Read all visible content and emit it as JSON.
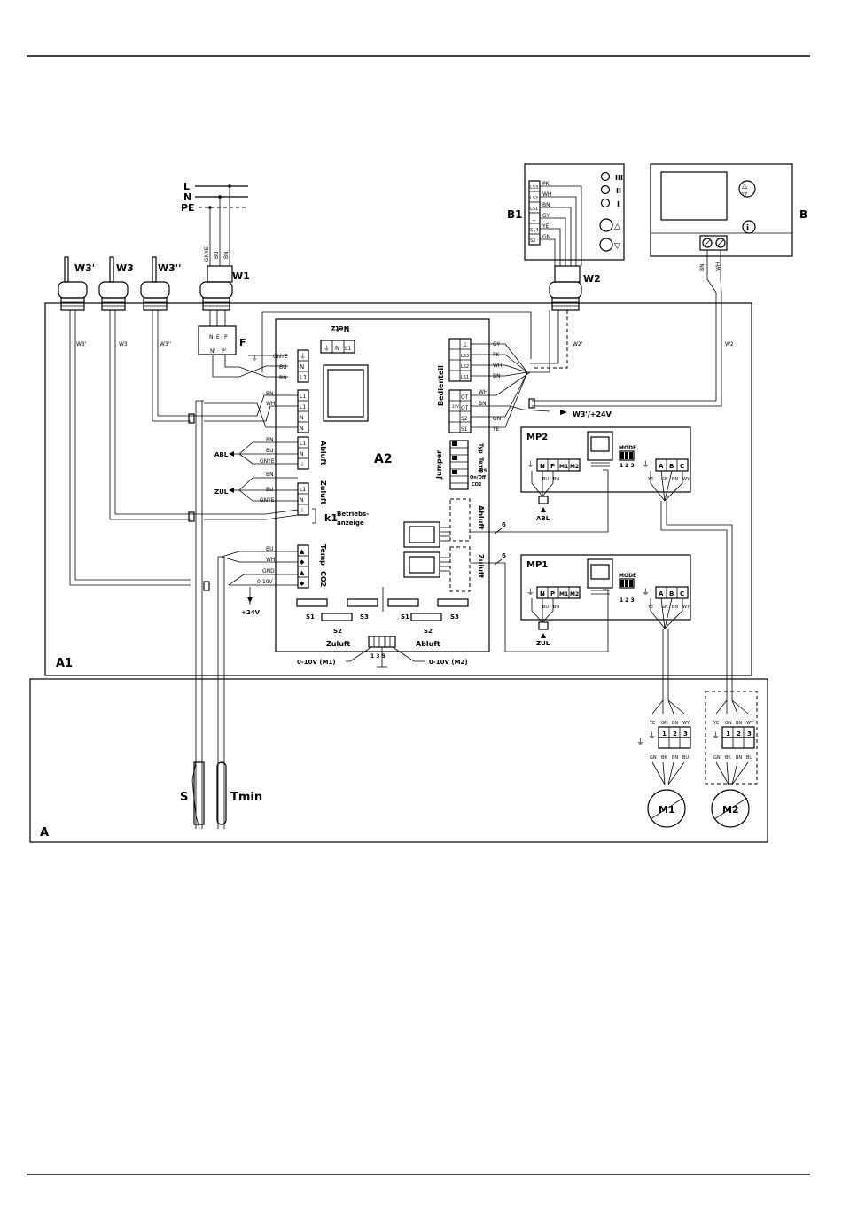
{
  "labels": {
    "L": "L",
    "N": "N",
    "PE": "PE",
    "W1": "W1",
    "W2": "W2",
    "W2p": "W2'",
    "W3": "W3",
    "W3p": "W3'",
    "W3pp": "W3''",
    "B1": "B1",
    "B": "B",
    "A1": "A1",
    "A2": "A2",
    "A": "A",
    "F": "F",
    "MP1": "MP1",
    "MP2": "MP2",
    "M1": "M1",
    "M2": "M2",
    "S": "S",
    "Tmin": "Tmin",
    "k1": "k1",
    "ABL": "ABL",
    "ZUL": "ZUL",
    "Netz": "Netz",
    "Bedienteil": "Bedienteil",
    "Jumper": "Jumper",
    "Abluft": "Abluft",
    "Zuluft": "Zuluft",
    "Betriebs": "Betriebs-",
    "anzeige": "anzeige",
    "Temp": "Temp",
    "CO2": "CO2",
    "Typ": "Typ",
    "TempJ": "Temp",
    "BS": "BS",
    "OnOff": "On/Off",
    "CO2J": "CO2",
    "W3p24": "W3'/+24V",
    "plus24": "+24V",
    "v010m1": "0-10V (M1)",
    "v010m2": "0-10V (M2)",
    "pins": "1   3   5",
    "mode": "MODE",
    "mode_nums": "1 2 3",
    "S1": "S1",
    "S2": "S2",
    "S3": "S3",
    "six": "6",
    "ffgnd": "GND",
    "v010": "0-10V",
    "GNYE": "GNYE",
    "BU": "BU",
    "BN": "BN",
    "WH": "WH",
    "GY": "GY",
    "PK": "PK",
    "GN": "GN",
    "YE": "YE",
    "BK": "BK",
    "WY": "WY"
  },
  "b1_terminals": [
    "LS3",
    "LS2",
    "LS1",
    "⊥",
    "S14",
    "S2"
  ],
  "b1_wires": [
    "PK",
    "WH",
    "BN",
    "GY",
    "YE",
    "GN"
  ],
  "b1_speeds": [
    "III",
    "II",
    "I"
  ],
  "netz_terminals": [
    "⏚",
    "N",
    "L1"
  ],
  "left_top_wires": [
    "GNYE",
    "BU",
    "BN"
  ],
  "left_top_terms": [
    "⏚",
    "N",
    "L1"
  ],
  "left_l1_wires": [
    "BN",
    "WH"
  ],
  "left_l1_terms": [
    "L1",
    "L1",
    "N",
    "N"
  ],
  "abluft_wires": [
    "BN",
    "BU",
    "GNYE"
  ],
  "abluft_terms": [
    "L1",
    "N",
    "⏚"
  ],
  "zuluft_wires": [
    "BN",
    "BU",
    "GNYE"
  ],
  "zuluft_terms": [
    "L1",
    "N",
    "⏚"
  ],
  "temp_wires": [
    "BU",
    "WH",
    "GND",
    "0-10V"
  ],
  "bed_terminals": [
    "⊥",
    "LS3",
    "LS2",
    "LS1"
  ],
  "bed_wires": [
    "GY",
    "PK",
    "WH",
    "BN"
  ],
  "ot_terminals": [
    "OT",
    "OT",
    "S2",
    "S1"
  ],
  "ot_wires": [
    "WH",
    "BN",
    "GN",
    "YE"
  ],
  "mp_terms": [
    "N",
    "P",
    "M1",
    "M2"
  ],
  "mp_terms2": [
    "A",
    "B",
    "C"
  ],
  "mp_wires": [
    "YE",
    "GN",
    "BN",
    "WY"
  ],
  "mp_left_wires": [
    "BU",
    "BN"
  ],
  "motor_top_wires": [
    "YE",
    "GN",
    "BN",
    "WY"
  ],
  "motor_bot_wires": [
    "GN",
    "BK",
    "BN",
    "BU"
  ],
  "motor_nums": [
    "1",
    "2",
    "3"
  ]
}
